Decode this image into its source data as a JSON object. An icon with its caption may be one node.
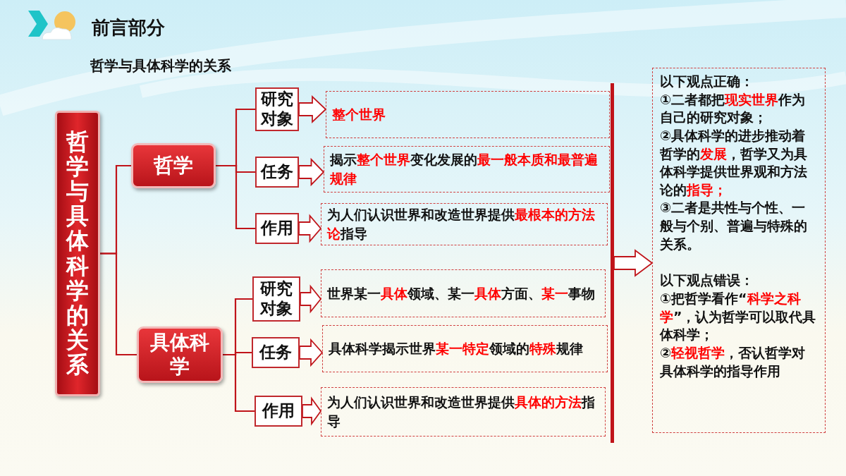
{
  "diagram": {
    "title": "前言部分",
    "nodes": [
      {
        "text": [
          "哲学与具体科学的关系"
        ]
      },
      {
        "text": [
          "哲学"
        ]
      },
      {
        "text": [
          "具体科学"
        ]
      },
      {
        "text": [
          "研究对象"
        ]
      },
      {
        "text": [
          "**整个世界**"
        ]
      },
      {
        "text": [
          "任务"
        ]
      },
      {
        "text": [
          "揭示**整个世界**变化发展的**最一般本质和最普遍规律**"
        ]
      },
      {
        "text": [
          "作用"
        ]
      },
      {
        "text": [
          "为人们认识世界和改造世界提供**最根本的方法论**指导"
        ]
      },
      {
        "text": [
          "研究对象"
        ]
      },
      {
        "text": [
          "世界某一**具体**领域、某一**具体**方面、**某一**事物"
        ]
      },
      {
        "text": [
          "任务"
        ]
      },
      {
        "text": [
          "具体科学揭示世界**某一特定**领域的**特殊**规律"
        ]
      },
      {
        "text": [
          "作用"
        ]
      },
      {
        "text": [
          "为人们认识世界和改造世界提供**具体的方法**指导"
        ]
      },
      {
        "text": [],
        "shape": "bar"
      },
      {
        "text": [
          "以下观点正确：",
          "①二者都把**现实世界**作为自己的研究对象；",
          "②具体科学的进步推动着哲学的**发展**，哲学又为具体科学提供世界观和方法论的**指导；**",
          "③二者是共性与个性、一般与个别、普遍与特殊的关系。",
          "以下观点错误：",
          "①把哲学看作“**科学之科学**”，认为哲学可以取代具体科学；",
          "②**轻视哲学**，否认哲学对具体科学的指导作用"
        ]
      }
    ],
    "edges": [
      {
        "from": 0,
        "to": 1,
        "arrow": "none"
      },
      {
        "from": 0,
        "to": 2,
        "arrow": "none"
      },
      {
        "from": 1,
        "to": 3,
        "arrow": "none"
      },
      {
        "from": 1,
        "to": 5,
        "arrow": "none"
      },
      {
        "from": 1,
        "to": 7,
        "arrow": "none"
      },
      {
        "from": 2,
        "to": 9,
        "arrow": "none"
      },
      {
        "from": 2,
        "to": 11,
        "arrow": "none"
      },
      {
        "from": 2,
        "to": 13,
        "arrow": "none"
      },
      {
        "from": 3,
        "to": 4,
        "arrow": "to"
      },
      {
        "from": 5,
        "to": 6,
        "arrow": "to"
      },
      {
        "from": 7,
        "to": 8,
        "arrow": "to"
      },
      {
        "from": 9,
        "to": 10,
        "arrow": "to"
      },
      {
        "from": 11,
        "to": 12,
        "arrow": "to"
      },
      {
        "from": 13,
        "to": 14,
        "arrow": "to"
      },
      {
        "from": 15,
        "to": 16,
        "arrow": "to"
      }
    ],
    "labels": [
      "哲学与具体科学的关系"
    ]
  }
}
